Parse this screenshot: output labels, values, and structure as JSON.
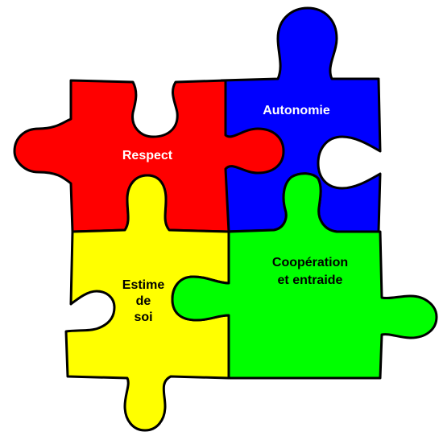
{
  "pieces": [
    {
      "id": "respect",
      "lines": [
        "Respect"
      ],
      "fill": "#ff0000",
      "text_color": "#ffffff"
    },
    {
      "id": "autonomie",
      "lines": [
        "Autonomie"
      ],
      "fill": "#0000ff",
      "text_color": "#ffffff"
    },
    {
      "id": "estime",
      "lines": [
        "Estime",
        "de",
        "soi"
      ],
      "fill": "#ffff00",
      "text_color": "#000000"
    },
    {
      "id": "cooperation",
      "lines": [
        "Coopération",
        "et entraide"
      ],
      "fill": "#00ff00",
      "text_color": "#000000"
    }
  ]
}
